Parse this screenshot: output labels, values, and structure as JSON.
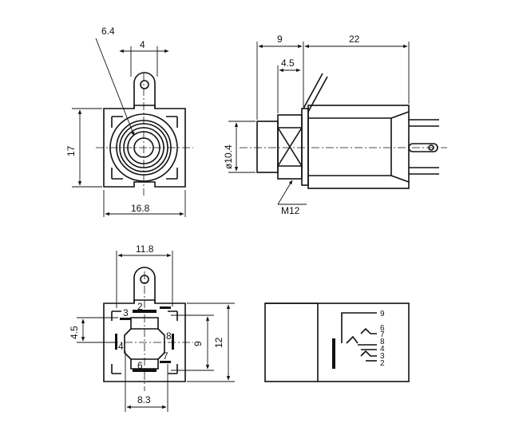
{
  "front_view": {
    "dim_bore": "6.4",
    "dim_pitch": "4",
    "dim_height": "17",
    "dim_width": "16.8"
  },
  "side_view": {
    "dim_collar": "9",
    "dim_body": "22",
    "dim_step": "4.5",
    "dim_diameter": "ø10.4",
    "thread": "M12"
  },
  "bottom_view": {
    "dim_top": "11.8",
    "dim_left": "4.5",
    "dim_inner": "9",
    "dim_outer": "12",
    "dim_bottom": "8.3",
    "pins": [
      "2",
      "3",
      "4",
      "8",
      "6",
      "7"
    ]
  },
  "schematic": {
    "pins": [
      "9",
      "6",
      "7",
      "8",
      "4",
      "3",
      "2"
    ]
  }
}
